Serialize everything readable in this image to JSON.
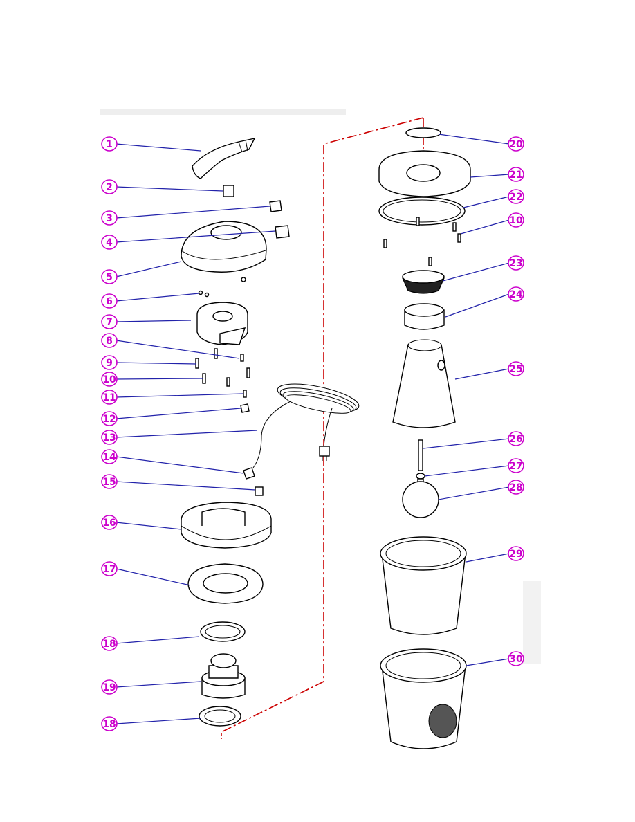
{
  "diagram": {
    "callouts_left": [
      {
        "id": "c1",
        "label": "1"
      },
      {
        "id": "c2",
        "label": "2"
      },
      {
        "id": "c3",
        "label": "3"
      },
      {
        "id": "c4",
        "label": "4"
      },
      {
        "id": "c5",
        "label": "5"
      },
      {
        "id": "c6",
        "label": "6"
      },
      {
        "id": "c7",
        "label": "7"
      },
      {
        "id": "c8",
        "label": "8"
      },
      {
        "id": "c9",
        "label": "9"
      },
      {
        "id": "c10a",
        "label": "10"
      },
      {
        "id": "c11",
        "label": "11"
      },
      {
        "id": "c12",
        "label": "12"
      },
      {
        "id": "c13",
        "label": "13"
      },
      {
        "id": "c14",
        "label": "14"
      },
      {
        "id": "c15",
        "label": "15"
      },
      {
        "id": "c16",
        "label": "16"
      },
      {
        "id": "c17",
        "label": "17"
      },
      {
        "id": "c18a",
        "label": "18"
      },
      {
        "id": "c19",
        "label": "19"
      },
      {
        "id": "c18b",
        "label": "18"
      }
    ],
    "callouts_right": [
      {
        "id": "c20",
        "label": "20"
      },
      {
        "id": "c21",
        "label": "21"
      },
      {
        "id": "c22",
        "label": "22"
      },
      {
        "id": "c10b",
        "label": "10"
      },
      {
        "id": "c23",
        "label": "23"
      },
      {
        "id": "c24",
        "label": "24"
      },
      {
        "id": "c25",
        "label": "25"
      },
      {
        "id": "c26",
        "label": "26"
      },
      {
        "id": "c27",
        "label": "27"
      },
      {
        "id": "c28",
        "label": "28"
      },
      {
        "id": "c29",
        "label": "29"
      },
      {
        "id": "c30",
        "label": "30"
      }
    ],
    "colors": {
      "callout": "#cc00cc",
      "leader": "#2222aa",
      "assembly_line": "#cc0000",
      "drawing": "#000000"
    }
  }
}
